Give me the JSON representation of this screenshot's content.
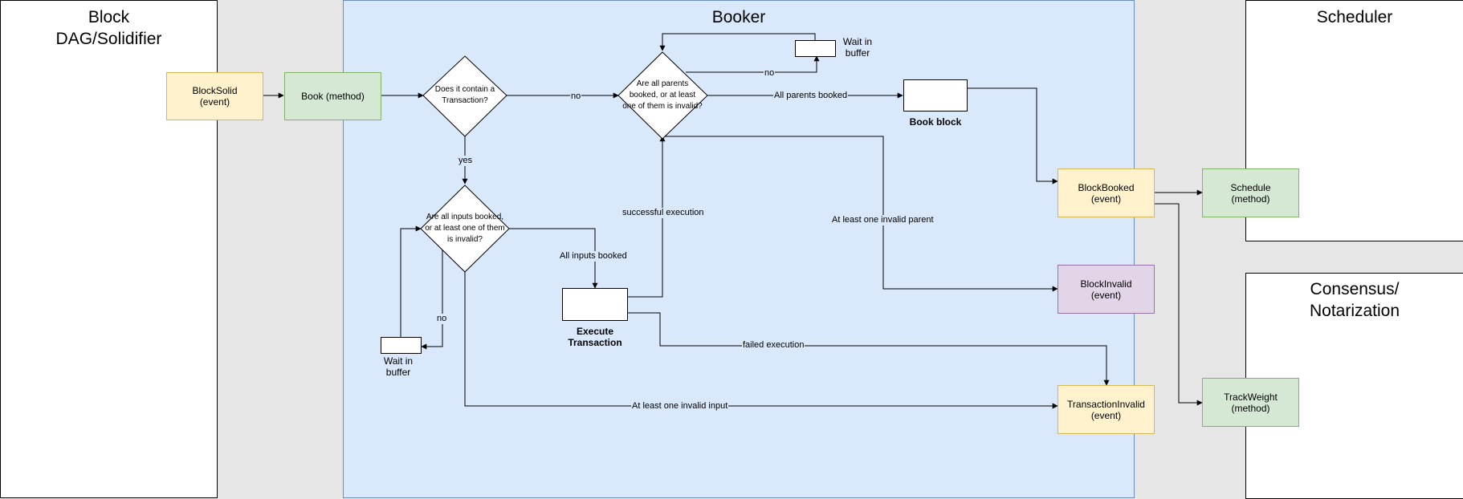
{
  "regions": {
    "block_dag": "Block DAG/Solidifier",
    "booker": "Booker",
    "scheduler": "Scheduler",
    "consensus": "Consensus/ Notarization"
  },
  "nodes": {
    "block_solid": "BlockSolid (event)",
    "book_method": "Book (method)",
    "contains_tx": "Does it contain a Transaction?",
    "parents_check": "Are all parents booked, or at least one of them is invalid?",
    "inputs_check": "Are all inputs booked, or at least one of them is invalid?",
    "book_block": "Book block",
    "execute_tx": "Execute Transaction",
    "wait_buffer_top": "Wait in buffer",
    "wait_buffer_bottom": "Wait in buffer",
    "block_booked": "BlockBooked (event)",
    "block_invalid": "BlockInvalid (event)",
    "tx_invalid": "TransactionInvalid (event)",
    "schedule": "Schedule (method)",
    "track_weight": "TrackWeight (method)"
  },
  "edges": {
    "no_tx": "no",
    "yes_tx": "yes",
    "parents_no": "no",
    "all_parents_booked": "All parents booked",
    "successful_execution": "successful execution",
    "at_least_one_invalid_parent": "At least one invalid parent",
    "all_inputs_booked": "All inputs booked",
    "inputs_no": "no",
    "failed_execution": "failed execution",
    "at_least_one_invalid_input": "At least one invalid input"
  }
}
